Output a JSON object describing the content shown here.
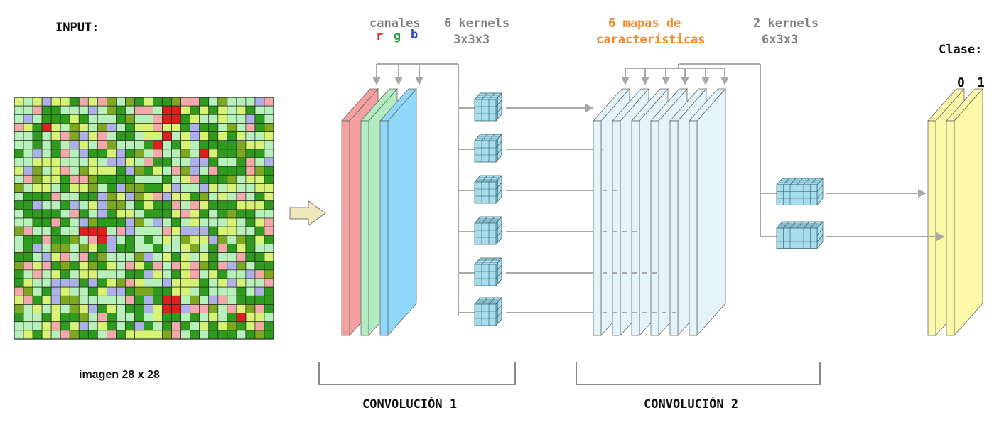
{
  "input": {
    "title": "INPUT:",
    "caption": "imagen 28 x 28",
    "grid_size": 28
  },
  "conv1": {
    "channels_label": "canales",
    "channel_r": "r",
    "channel_g": "g",
    "channel_b": "b",
    "kernels_title": "6 kernels",
    "kernels_size": "3x3x3",
    "caption": "CONVOLUCIÓN  1"
  },
  "conv2": {
    "maps_line1": "6 mapas de",
    "maps_line2": "características",
    "kernels_title": "2 kernels",
    "kernels_size": "6x3x3",
    "caption": "CONVOLUCIÓN  2"
  },
  "output": {
    "title": "Clase:",
    "class_0": "0",
    "class_1": "1"
  },
  "colors": {
    "red_channel": "#f5a0a0",
    "green_channel": "#b2ecc0",
    "blue_channel": "#8fd8fb",
    "feature_map": "#e4f4fa",
    "output_plane": "#fbf8aa",
    "kernel_cube": "#a7dcea",
    "connector": "#a9a9a9",
    "arrow_fill": "#efe8bd",
    "label_r": "#e02020",
    "label_g": "#20a040",
    "label_b": "#2040d0",
    "label_orange": "#f08a2c"
  }
}
